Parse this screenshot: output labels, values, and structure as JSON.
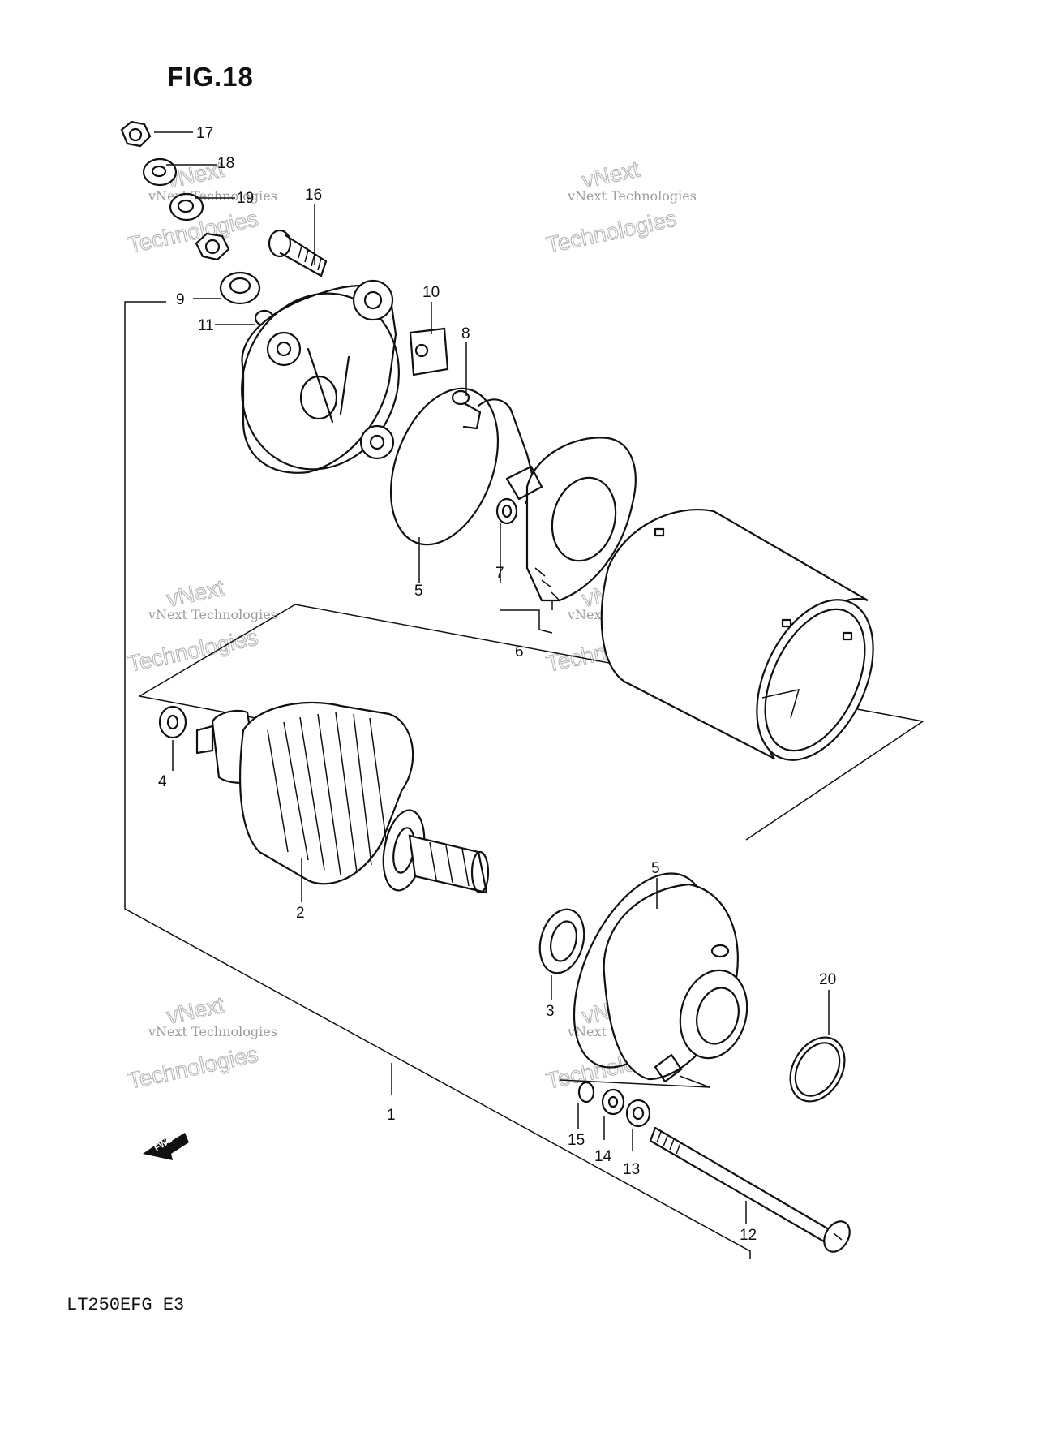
{
  "title": "FIG.18",
  "model_code": "LT250EFG E3",
  "fwd_label": "FWD",
  "watermark": {
    "line1": "vNext Technologies",
    "line2": "vNext",
    "line3": "Technologies"
  },
  "callouts": {
    "p1": "1",
    "p2": "2",
    "p3": "3",
    "p4": "4",
    "p5a": "5",
    "p5b": "5",
    "p6": "6",
    "p7": "7",
    "p8": "8",
    "p9": "9",
    "p10": "10",
    "p11": "11",
    "p12": "12",
    "p13": "13",
    "p14": "14",
    "p15": "15",
    "p16": "16",
    "p17": "17",
    "p18": "18",
    "p19": "19",
    "p20": "20"
  }
}
